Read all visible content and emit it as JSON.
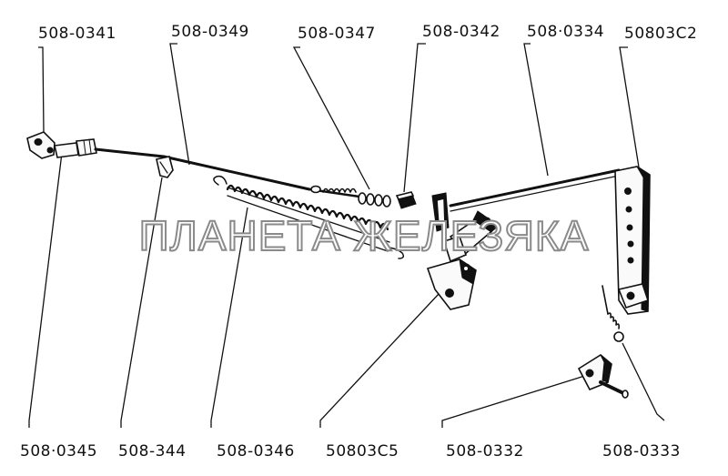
{
  "watermark": "ПЛАНЕТА ЖЕЛЕЗЯКА",
  "labels": {
    "top": [
      "508-0341",
      "508-0349",
      "508-0347",
      "508-0342",
      "508·0334",
      "50803С2"
    ],
    "bottom": [
      "508·0345",
      "508-344",
      "508-0346",
      "50803С5",
      "508-0332",
      "508-0333"
    ]
  }
}
